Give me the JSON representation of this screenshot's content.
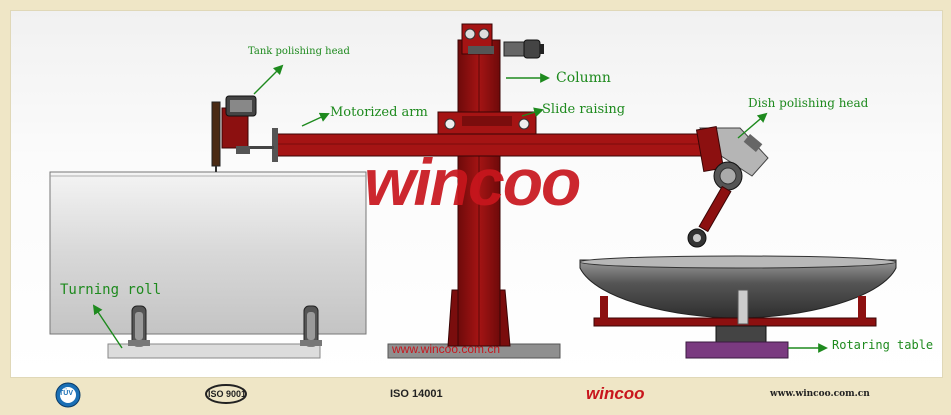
{
  "brand": {
    "logo_text": "wincoo",
    "website_watermark": "www.wincoo.com.cn",
    "brand_red": "#c8161d",
    "machine_red": "#8c1010"
  },
  "labels": {
    "tank_polishing_head": "Tank polishing head",
    "column": "Column",
    "motorized_arm": "Motorized arm",
    "slide_raising": "Slide raising",
    "dish_polishing_head": "Dish polishing head",
    "turning_roll": "Turning roll",
    "rotaring_table": "Rotaring table"
  },
  "footer": {
    "tuv_badge": "TÜV",
    "iso9001": "ISO 9001",
    "iso14001": "ISO 14001",
    "logo_text": "wincoo",
    "website": "www.wincoo.com.cn"
  },
  "label_color": "#1e8a1e"
}
